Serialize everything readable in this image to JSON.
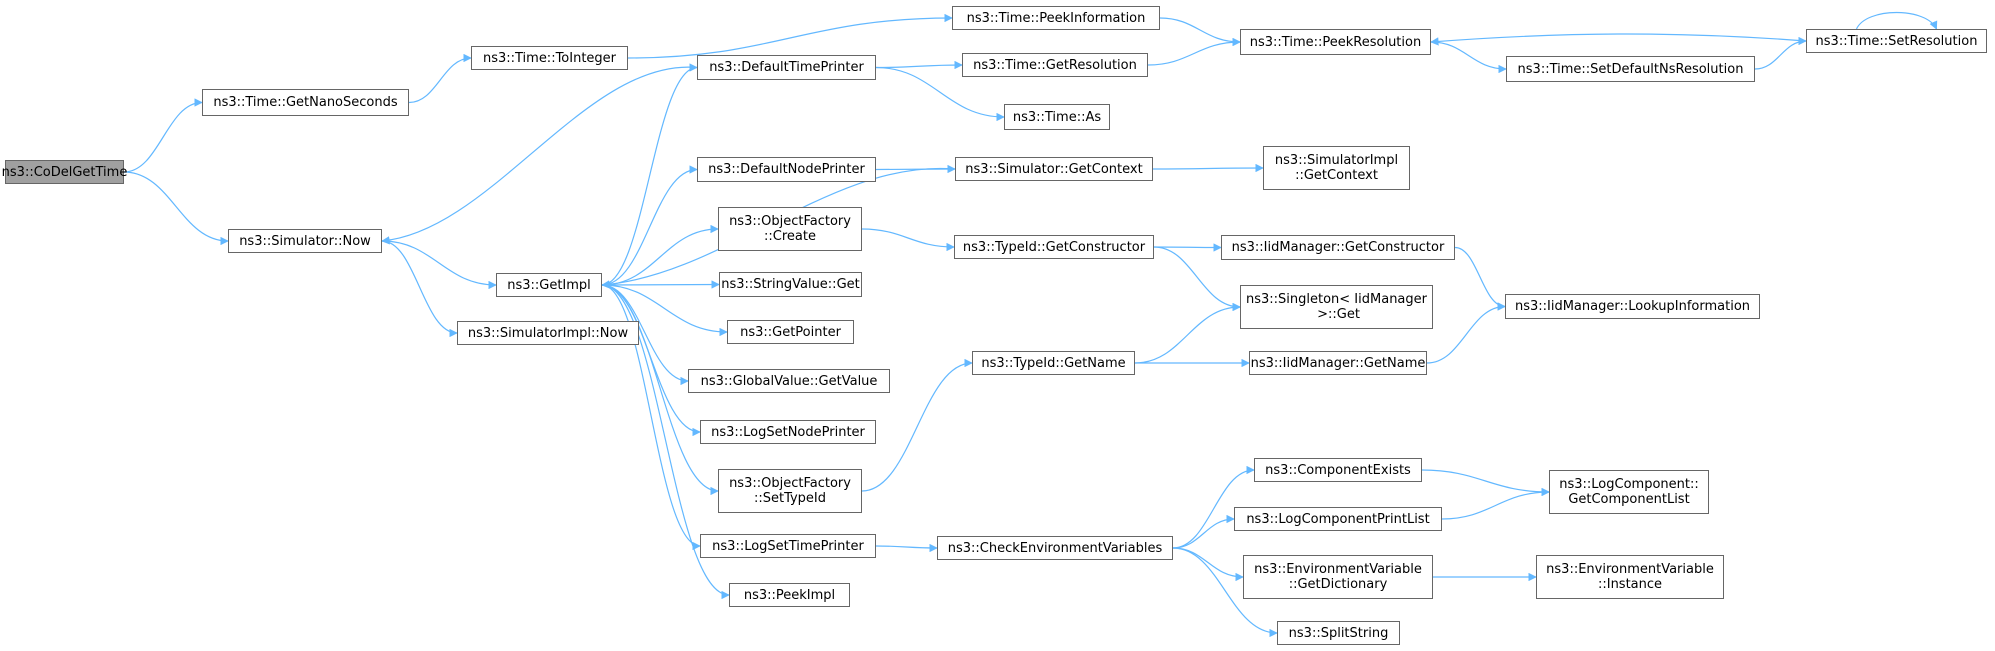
{
  "colors": {
    "edge": "#63b8ff",
    "border": "#666666",
    "root_fill": "#a0a0a0",
    "node_fill": "#ffffff"
  },
  "nodes": [
    {
      "id": "codel",
      "label": "ns3::CoDelGetTime",
      "root": true
    },
    {
      "id": "getnano",
      "label": "ns3::Time::GetNanoSeconds"
    },
    {
      "id": "sim_now",
      "label": "ns3::Simulator::Now"
    },
    {
      "id": "tointeger",
      "label": "ns3::Time::ToInteger"
    },
    {
      "id": "getimpl",
      "label": "ns3::GetImpl"
    },
    {
      "id": "simimpl_now",
      "label": "ns3::SimulatorImpl::Now"
    },
    {
      "id": "peekinfo",
      "label": "ns3::Time::PeekInformation"
    },
    {
      "id": "deftimeprinter",
      "label": "ns3::DefaultTimePrinter"
    },
    {
      "id": "defnodeprinter",
      "label": "ns3::DefaultNodePrinter"
    },
    {
      "id": "objf_create",
      "label": "ns3::ObjectFactory\n::Create"
    },
    {
      "id": "strval_get",
      "label": "ns3::StringValue::Get"
    },
    {
      "id": "getpointer",
      "label": "ns3::GetPointer"
    },
    {
      "id": "gv_getvalue",
      "label": "ns3::GlobalValue::GetValue"
    },
    {
      "id": "logsetnode",
      "label": "ns3::LogSetNodePrinter"
    },
    {
      "id": "objf_settypeid",
      "label": "ns3::ObjectFactory\n::SetTypeId"
    },
    {
      "id": "logsettime",
      "label": "ns3::LogSetTimePrinter"
    },
    {
      "id": "peekimpl",
      "label": "ns3::PeekImpl"
    },
    {
      "id": "getresolution",
      "label": "ns3::Time::GetResolution"
    },
    {
      "id": "time_as",
      "label": "ns3::Time::As"
    },
    {
      "id": "sim_getcontext",
      "label": "ns3::Simulator::GetContext"
    },
    {
      "id": "typeid_getctor",
      "label": "ns3::TypeId::GetConstructor"
    },
    {
      "id": "typeid_getname",
      "label": "ns3::TypeId::GetName"
    },
    {
      "id": "checkenv",
      "label": "ns3::CheckEnvironmentVariables"
    },
    {
      "id": "peekres",
      "label": "ns3::Time::PeekResolution"
    },
    {
      "id": "simimpl_getctx",
      "label": "ns3::SimulatorImpl\n::GetContext"
    },
    {
      "id": "iid_getctor",
      "label": "ns3::IidManager::GetConstructor"
    },
    {
      "id": "singleton_get",
      "label": "ns3::Singleton< IidManager\n >::Get"
    },
    {
      "id": "iid_getname",
      "label": "ns3::IidManager::GetName"
    },
    {
      "id": "compexists",
      "label": "ns3::ComponentExists"
    },
    {
      "id": "logcompprint",
      "label": "ns3::LogComponentPrintList"
    },
    {
      "id": "envvar_getdict",
      "label": "ns3::EnvironmentVariable\n::GetDictionary"
    },
    {
      "id": "splitstring",
      "label": "ns3::SplitString"
    },
    {
      "id": "setdefaultns",
      "label": "ns3::Time::SetDefaultNsResolution"
    },
    {
      "id": "iid_lookup",
      "label": "ns3::IidManager::LookupInformation"
    },
    {
      "id": "logcomp_getlist",
      "label": "ns3::LogComponent::\nGetComponentList"
    },
    {
      "id": "envvar_instance",
      "label": "ns3::EnvironmentVariable\n::Instance"
    },
    {
      "id": "setresolution",
      "label": "ns3::Time::SetResolution"
    }
  ],
  "edges": [
    [
      "codel",
      "getnano"
    ],
    [
      "codel",
      "sim_now"
    ],
    [
      "getnano",
      "tointeger"
    ],
    [
      "sim_now",
      "getimpl"
    ],
    [
      "sim_now",
      "simimpl_now"
    ],
    [
      "tointeger",
      "peekinfo"
    ],
    [
      "getimpl",
      "deftimeprinter"
    ],
    [
      "getimpl",
      "defnodeprinter"
    ],
    [
      "getimpl",
      "objf_create"
    ],
    [
      "getimpl",
      "strval_get"
    ],
    [
      "getimpl",
      "getpointer"
    ],
    [
      "getimpl",
      "gv_getvalue"
    ],
    [
      "getimpl",
      "logsetnode"
    ],
    [
      "getimpl",
      "objf_settypeid"
    ],
    [
      "getimpl",
      "logsettime"
    ],
    [
      "getimpl",
      "peekimpl"
    ],
    [
      "deftimeprinter",
      "sim_now"
    ],
    [
      "deftimeprinter",
      "getresolution"
    ],
    [
      "deftimeprinter",
      "time_as"
    ],
    [
      "defnodeprinter",
      "sim_getcontext"
    ],
    [
      "sim_getcontext",
      "getimpl"
    ],
    [
      "sim_getcontext",
      "simimpl_getctx"
    ],
    [
      "objf_create",
      "typeid_getctor"
    ],
    [
      "objf_settypeid",
      "typeid_getname"
    ],
    [
      "logsettime",
      "checkenv"
    ],
    [
      "peekinfo",
      "peekres"
    ],
    [
      "getresolution",
      "peekres"
    ],
    [
      "peekres",
      "setdefaultns"
    ],
    [
      "setdefaultns",
      "setresolution"
    ],
    [
      "setresolution",
      "peekres"
    ],
    [
      "setresolution",
      "setresolution"
    ],
    [
      "typeid_getctor",
      "iid_getctor"
    ],
    [
      "typeid_getctor",
      "singleton_get"
    ],
    [
      "typeid_getname",
      "singleton_get"
    ],
    [
      "typeid_getname",
      "iid_getname"
    ],
    [
      "iid_getctor",
      "iid_lookup"
    ],
    [
      "iid_getname",
      "iid_lookup"
    ],
    [
      "checkenv",
      "compexists"
    ],
    [
      "checkenv",
      "logcompprint"
    ],
    [
      "checkenv",
      "envvar_getdict"
    ],
    [
      "checkenv",
      "splitstring"
    ],
    [
      "compexists",
      "logcomp_getlist"
    ],
    [
      "logcompprint",
      "logcomp_getlist"
    ],
    [
      "envvar_getdict",
      "envvar_instance"
    ]
  ]
}
